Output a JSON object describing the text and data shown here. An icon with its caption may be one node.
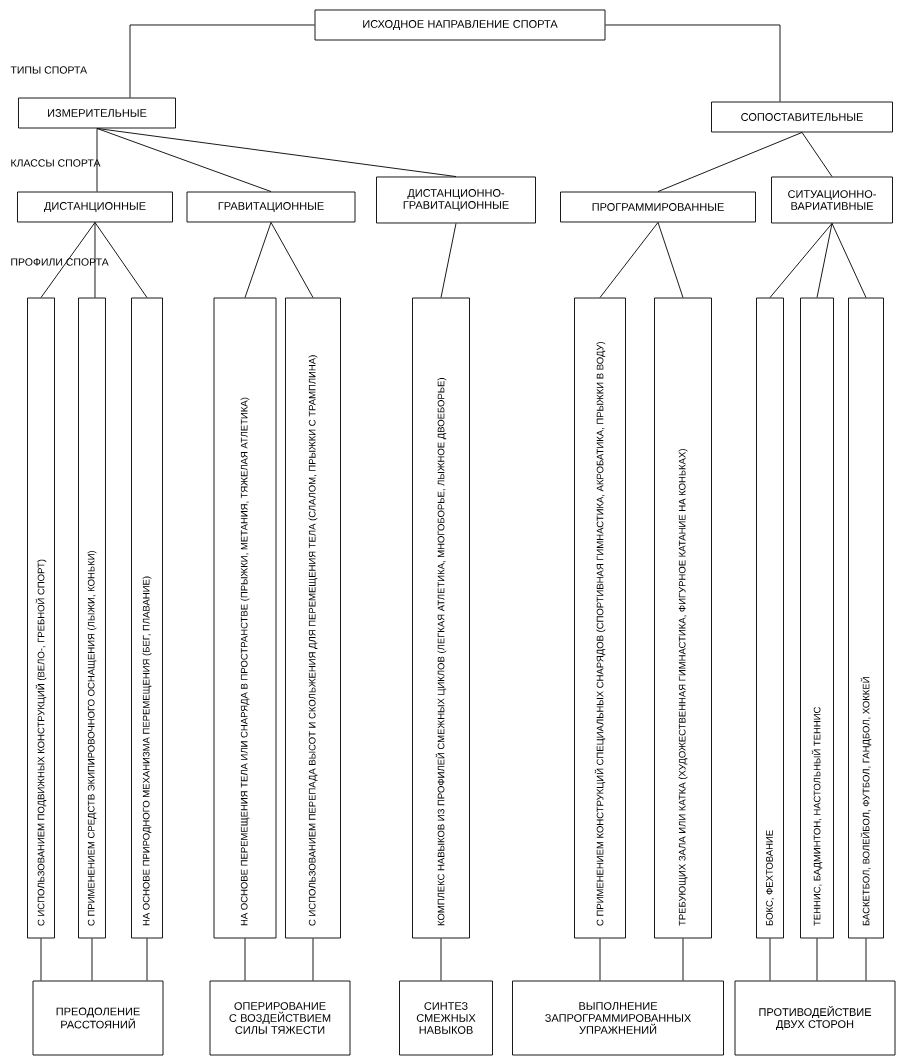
{
  "diagram": {
    "nodes": [
      {
        "text": [
          "ИСХОДНОЕ НАПРАВЛЕНИЕ СПОРТА"
        ]
      },
      {
        "text": [
          "ИЗМЕРИТЕЛЬНЫЕ"
        ]
      },
      {
        "text": [
          "СОПОСТАВИТЕЛЬНЫЕ"
        ]
      },
      {
        "text": [
          "ДИСТАНЦИОННЫЕ"
        ]
      },
      {
        "text": [
          "ГРАВИТАЦИОННЫЕ"
        ]
      },
      {
        "text": [
          "ДИСТАНЦИОННО-ГРАВИТАЦИОННЫЕ"
        ]
      },
      {
        "text": [
          "ПРОГРАММИРОВАННЫЕ"
        ]
      },
      {
        "text": [
          "СИТУАЦИОННО-ВАРИАТИВНЫЕ"
        ]
      },
      {
        "text": [
          "С ИСПОЛЬЗОВАНИЕМ ПОДВИЖНЫХ КОНСТРУКЦИЙ (ВЕЛО-, ГРЕБНОЙ СПОРТ)"
        ]
      },
      {
        "text": [
          "С ПРИМЕНЕНИЕМ СРЕДСТВ ЭКИПИРОВОЧНОГО ОСНАЩЕНИЯ (ЛЫЖИ, КОНЬКИ)"
        ]
      },
      {
        "text": [
          "НА ОСНОВЕ ПРИРОДНОГО МЕХАНИЗМА ПЕРЕМЕЩЕНИЯ (БЕГ, ПЛАВАНИЕ)"
        ]
      },
      {
        "text": [
          "НА ОСНОВЕ ПЕРЕМЕЩЕНИЯ ТЕЛА ИЛИ СНАРЯДА В ПРОСТРАНСТВЕ (ПРЫЖКИ, МЕТАНИЯ, ТЯЖЕЛАЯ АТЛЕТИКА)"
        ]
      },
      {
        "text": [
          "С ИСПОЛЬЗОВАНИЕМ ПЕРЕПАДА ВЫСОТ И СКОЛЬЖЕНИЯ ДЛЯ ПЕРЕМЕЩЕНИЯ ТЕЛА (СЛАЛОМ, ПРЫЖКИ С ТРАМПЛИНА)"
        ]
      },
      {
        "text": [
          "КОМПЛЕКС НАВЫКОВ ИЗ ПРОФИЛЕЙ СМЕЖНЫХ ЦИКЛОВ (ЛЕГКАЯ АТЛЕТИКА, МНОГОБОРЬЕ, ЛЫЖНОЕ ДВОЕБОРЬЕ)"
        ]
      },
      {
        "text": [
          "С ПРИМЕНЕНИЕМ КОНСТРУКЦИЙ СПЕЦИАЛЬНЫХ СНАРЯДОВ (СПОРТИВНАЯ ГИМНАСТИКА, АКРОБАТИКА, ПРЫЖКИ В ВОДУ)"
        ]
      },
      {
        "text": [
          "ТРЕБУЮЩИХ ЗАЛА ИЛИ КАТКА (ХУДОЖЕСТВЕННАЯ ГИМНАСТИКА, ФИГУРНОЕ КАТАНИЕ НА КОНЬКАХ)"
        ]
      },
      {
        "text": [
          "БОКС, ФЕХТОВАНИЕ"
        ]
      },
      {
        "text": [
          "ТЕННИС, БАДМИНТОН, НАСТОЛЬНЫЙ ТЕННИС"
        ]
      },
      {
        "text": [
          "БАСКЕТБОЛ, ВОЛЕЙБОЛ, ФУТБОЛ, ГАНДБОЛ, ХОККЕЙ"
        ]
      },
      {
        "text": [
          "ПРЕОДОЛЕНИЕ РАССТОЯНИЙ"
        ]
      },
      {
        "text": [
          "ОПЕРИРОВАНИЕ С ВОЗДЕЙСТВИЕМ СИЛЫ ТЯЖЕСТИ"
        ]
      },
      {
        "text": [
          "СИНТЕЗ СМЕЖНЫХ НАВЫКОВ"
        ]
      },
      {
        "text": [
          "ВЫПОЛНЕНИЕ ЗАПРОГРАММИРОВАННЫХ УПРАЖНЕНИЙ"
        ]
      },
      {
        "text": [
          "ПРОТИВОДЕЙСТВИЕ ДВУХ СТОРОН"
        ]
      }
    ],
    "edges": [
      {
        "from": 0,
        "to": 1,
        "arrow": "none"
      },
      {
        "from": 0,
        "to": 2,
        "arrow": "none"
      },
      {
        "from": 1,
        "to": 3,
        "arrow": "none"
      },
      {
        "from": 1,
        "to": 4,
        "arrow": "none"
      },
      {
        "from": 1,
        "to": 5,
        "arrow": "none"
      },
      {
        "from": 2,
        "to": 6,
        "arrow": "none"
      },
      {
        "from": 2,
        "to": 7,
        "arrow": "none"
      },
      {
        "from": 3,
        "to": 8,
        "arrow": "none"
      },
      {
        "from": 3,
        "to": 9,
        "arrow": "none"
      },
      {
        "from": 3,
        "to": 10,
        "arrow": "none"
      },
      {
        "from": 4,
        "to": 11,
        "arrow": "none"
      },
      {
        "from": 4,
        "to": 12,
        "arrow": "none"
      },
      {
        "from": 5,
        "to": 13,
        "arrow": "none"
      },
      {
        "from": 6,
        "to": 14,
        "arrow": "none"
      },
      {
        "from": 6,
        "to": 15,
        "arrow": "none"
      },
      {
        "from": 7,
        "to": 16,
        "arrow": "none"
      },
      {
        "from": 7,
        "to": 17,
        "arrow": "none"
      },
      {
        "from": 7,
        "to": 18,
        "arrow": "none"
      },
      {
        "from": 8,
        "to": 19,
        "arrow": "none"
      },
      {
        "from": 9,
        "to": 19,
        "arrow": "none"
      },
      {
        "from": 10,
        "to": 19,
        "arrow": "none"
      },
      {
        "from": 11,
        "to": 20,
        "arrow": "none"
      },
      {
        "from": 12,
        "to": 20,
        "arrow": "none"
      },
      {
        "from": 13,
        "to": 21,
        "arrow": "none"
      },
      {
        "from": 14,
        "to": 22,
        "arrow": "none"
      },
      {
        "from": 15,
        "to": 22,
        "arrow": "none"
      },
      {
        "from": 16,
        "to": 23,
        "arrow": "none"
      },
      {
        "from": 17,
        "to": 23,
        "arrow": "none"
      },
      {
        "from": 18,
        "to": 23,
        "arrow": "none"
      }
    ],
    "labels": [
      "ТИПЫ СПОРТА",
      "КЛАССЫ СПОРТА",
      "ПРОФИЛИ СПОРТА"
    ]
  }
}
